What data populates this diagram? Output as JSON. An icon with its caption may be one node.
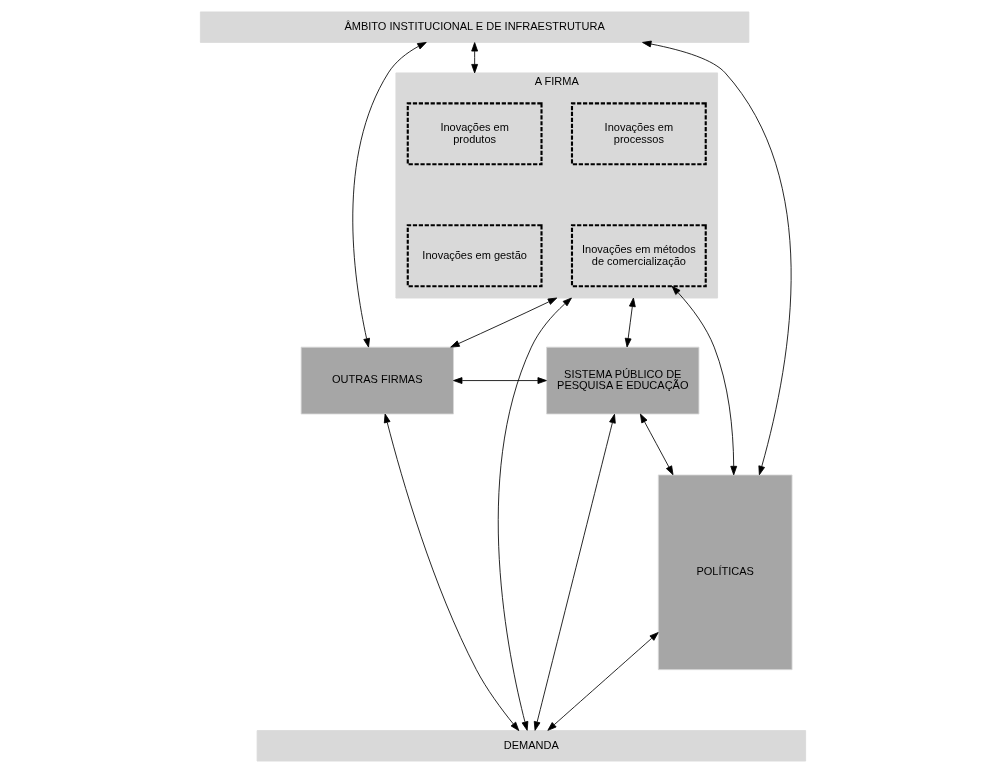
{
  "diagram": {
    "nodes": [
      {
        "text": [
          "ÂMBITO INSTITUCIONAL E DE INFRAESTRUTURA"
        ]
      },
      {
        "text": [
          "A FIRMA"
        ]
      },
      {
        "text": [
          "Inovações em produtos"
        ],
        "in": 1
      },
      {
        "text": [
          "Inovações em processos"
        ],
        "in": 1
      },
      {
        "text": [
          "Inovações em gestão"
        ],
        "in": 1
      },
      {
        "text": [
          "Inovações em métodos de comercialização"
        ],
        "in": 1
      },
      {
        "text": [
          "POLÍTICAS"
        ]
      },
      {
        "text": [
          "OUTRAS FIRMAS"
        ]
      },
      {
        "text": [
          "SISTEMA PÚBLICO DE PESQUISA E EDUCAÇÃO"
        ]
      },
      {
        "text": [
          "DEMANDA"
        ]
      }
    ],
    "edges": [
      {
        "from": 0,
        "to": 7,
        "arrow": "both"
      },
      {
        "from": 0,
        "to": 1,
        "arrow": "both"
      },
      {
        "from": 0,
        "to": 6,
        "arrow": "both"
      },
      {
        "from": 5,
        "to": 6,
        "arrow": "both"
      },
      {
        "from": 1,
        "to": 7,
        "arrow": "both"
      },
      {
        "from": 1,
        "to": 9,
        "arrow": "both"
      },
      {
        "from": 1,
        "to": 8,
        "arrow": "both"
      },
      {
        "from": 7,
        "to": 8,
        "arrow": "both"
      },
      {
        "from": 8,
        "to": 6,
        "arrow": "both"
      },
      {
        "from": 7,
        "to": 9,
        "arrow": "both"
      },
      {
        "from": 8,
        "to": 9,
        "arrow": "both"
      },
      {
        "from": 6,
        "to": 9,
        "arrow": "both"
      }
    ]
  }
}
